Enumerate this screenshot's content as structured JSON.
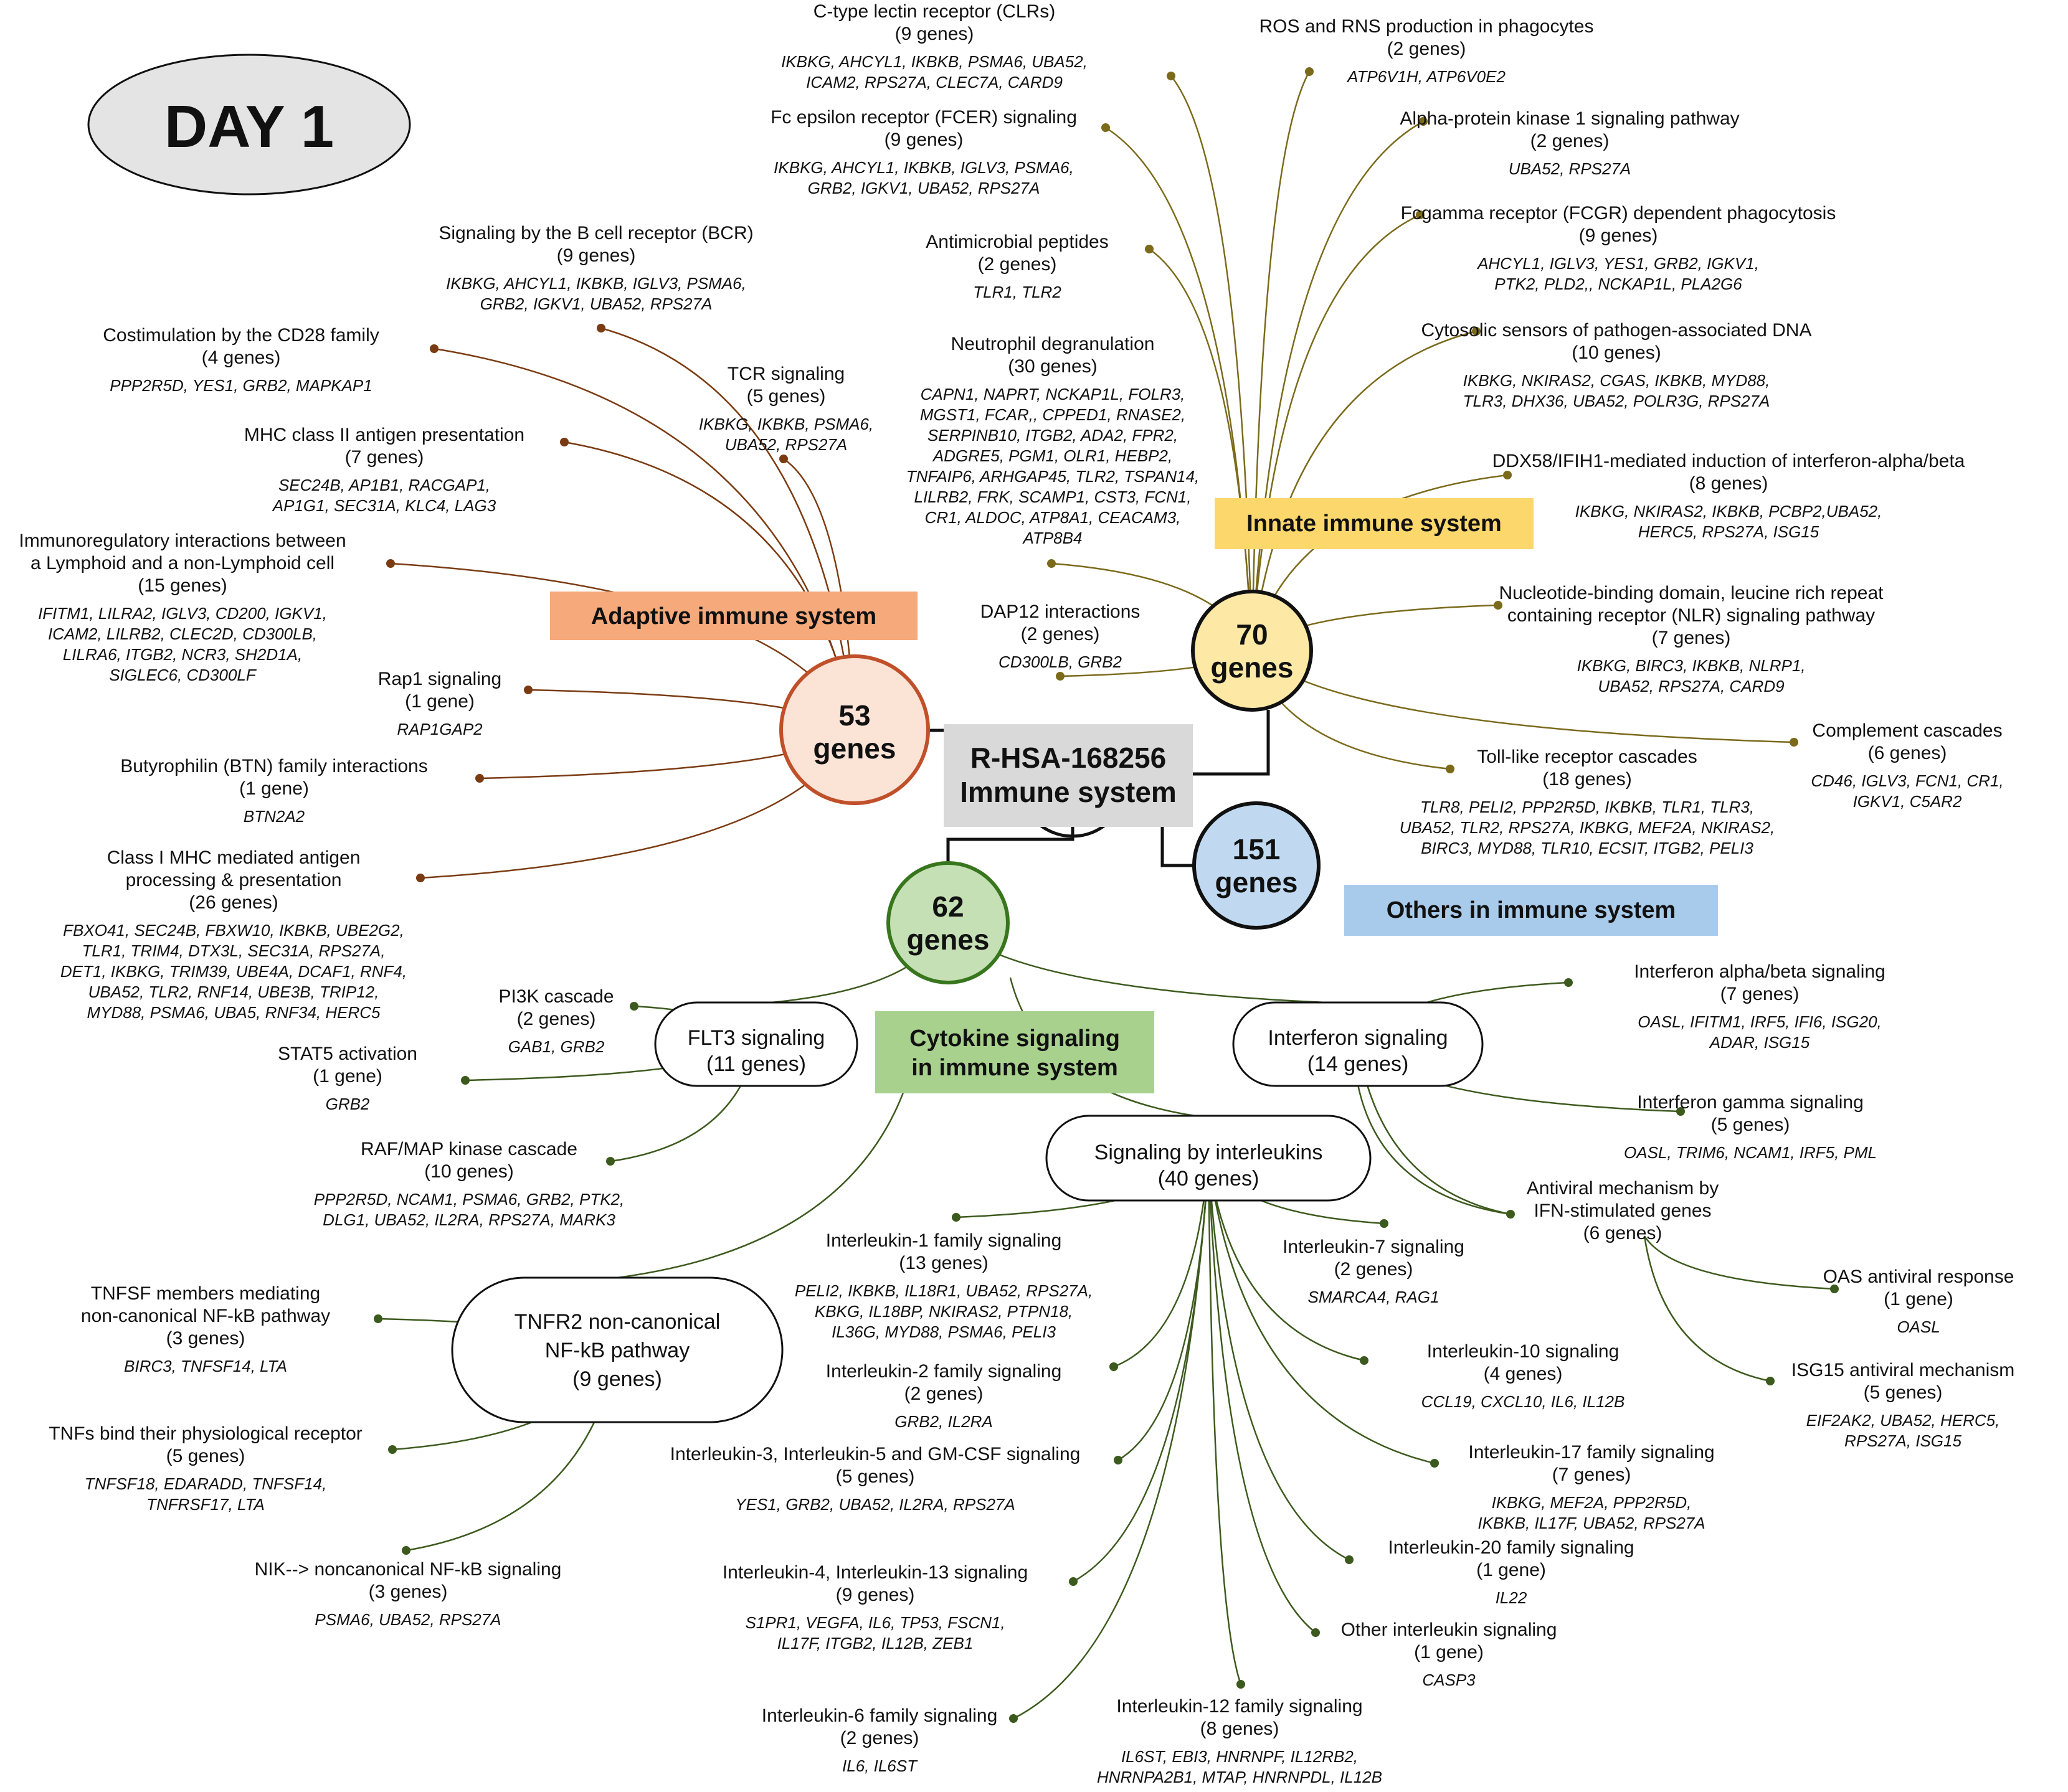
{
  "day_label": "DAY 1",
  "root": {
    "line1": "R-HSA-168256",
    "line2": "Immune system"
  },
  "hubs": {
    "adaptive": {
      "count": "53",
      "unit": "genes",
      "label": "Adaptive immune system",
      "color": "#f6a97a"
    },
    "innate": {
      "count": "70",
      "unit": "genes",
      "label": "Innate immune system",
      "color": "#fcd86c"
    },
    "others": {
      "count": "151",
      "unit": "genes",
      "label": "Others in immune system",
      "color": "#a9cbeb"
    },
    "cytokine": {
      "count": "62",
      "unit": "genes",
      "label_line1": "Cytokine signaling",
      "label_line2": "in immune system",
      "color": "#a9d18e"
    }
  },
  "sub_nodes": {
    "flt3": {
      "line1": "FLT3 signaling",
      "line2": "(11 genes)"
    },
    "interferon": {
      "line1": "Interferon signaling",
      "line2": "(14 genes)"
    },
    "interleukins": {
      "line1": "Signaling by interleukins",
      "line2": "(40 genes)"
    },
    "tnfr2": {
      "line1": "TNFR2 non-canonical",
      "line2": "NF-kB pathway",
      "line3": "(9 genes)"
    }
  },
  "pathways": [
    {
      "id": "clr",
      "lines": [
        "C-type lectin receptor (CLRs)",
        "(9 genes)"
      ],
      "genes": [
        "IKBKG, AHCYL1, IKBKB, PSMA6, UBA52,",
        "ICAM2, RPS27A, CLEC7A, CARD9"
      ]
    },
    {
      "id": "ros",
      "lines": [
        "ROS and RNS production in phagocytes",
        "(2 genes)"
      ],
      "genes": [
        "ATP6V1H, ATP6V0E2"
      ]
    },
    {
      "id": "fcer",
      "lines": [
        "Fc epsilon receptor (FCER) signaling",
        "(9 genes)"
      ],
      "genes": [
        "IKBKG, AHCYL1, IKBKB, IGLV3, PSMA6,",
        "GRB2, IGKV1, UBA52, RPS27A"
      ]
    },
    {
      "id": "alpk1",
      "lines": [
        "Alpha-protein kinase 1 signaling pathway",
        "(2 genes)"
      ],
      "genes": [
        "UBA52, RPS27A"
      ]
    },
    {
      "id": "fcgr",
      "lines": [
        "Fcgamma receptor (FCGR) dependent phagocytosis",
        "(9 genes)"
      ],
      "genes": [
        "AHCYL1, IGLV3, YES1, GRB2, IGKV1,",
        "PTK2, PLD2,, NCKAP1L, PLA2G6"
      ]
    },
    {
      "id": "amp",
      "lines": [
        "Antimicrobial peptides",
        "(2 genes)"
      ],
      "genes": [
        "TLR1, TLR2"
      ]
    },
    {
      "id": "bcr",
      "lines": [
        "Signaling by the B cell receptor (BCR)",
        "(9 genes)"
      ],
      "genes": [
        "IKBKG, AHCYL1, IKBKB, IGLV3, PSMA6,",
        "GRB2, IGKV1, UBA52, RPS27A"
      ]
    },
    {
      "id": "cd28",
      "lines": [
        "Costimulation by the CD28 family",
        "(4 genes)"
      ],
      "genes": [
        "PPP2R5D, YES1, GRB2, MAPKAP1"
      ]
    },
    {
      "id": "tcr",
      "lines": [
        "TCR signaling",
        "(5 genes)"
      ],
      "genes": [
        "IKBKG, IKBKB, PSMA6,",
        "UBA52, RPS27A"
      ]
    },
    {
      "id": "cytdna",
      "lines": [
        "Cytosolic sensors of pathogen-associated DNA",
        "(10 genes)"
      ],
      "genes": [
        "IKBKG, NKIRAS2, CGAS, IKBKB, MYD88,",
        "TLR3, DHX36, UBA52, POLR3G, RPS27A"
      ]
    },
    {
      "id": "neut",
      "lines": [
        "Neutrophil degranulation",
        "(30 genes)"
      ],
      "genes": [
        "CAPN1, NAPRT, NCKAP1L, FOLR3,",
        "MGST1, FCAR,, CPPED1, RNASE2,",
        "SERPINB10, ITGB2, ADA2, FPR2,",
        "ADGRE5, PGM1, OLR1, HEBP2,",
        "TNFAIP6, ARHGAP45, TLR2, TSPAN14,",
        "LILRB2, FRK, SCAMP1, CST3, FCN1,",
        "CR1, ALDOC, ATP8A1, CEACAM3,",
        "ATP8B4"
      ]
    },
    {
      "id": "mhc2",
      "lines": [
        "MHC class II antigen presentation",
        "(7 genes)"
      ],
      "genes": [
        "SEC24B, AP1B1, RACGAP1,",
        "AP1G1, SEC31A, KLC4, LAG3"
      ]
    },
    {
      "id": "ddx58",
      "lines": [
        "DDX58/IFIH1-mediated induction of interferon-alpha/beta",
        "(8 genes)"
      ],
      "genes": [
        "IKBKG, NKIRAS2, IKBKB, PCBP2,UBA52,",
        "HERC5, RPS27A, ISG15"
      ]
    },
    {
      "id": "immreg",
      "lines": [
        "Immunoregulatory interactions between",
        "a Lymphoid and a non-Lymphoid cell",
        "(15 genes)"
      ],
      "genes": [
        "IFITM1, LILRA2, IGLV3, CD200, IGKV1,",
        "ICAM2, LILRB2, CLEC2D, CD300LB,",
        "LILRA6, ITGB2, NCR3, SH2D1A,",
        "SIGLEC6, CD300LF"
      ]
    },
    {
      "id": "nlr",
      "lines": [
        "Nucleotide-binding domain, leucine rich repeat",
        "containing receptor (NLR) signaling pathway",
        "(7 genes)"
      ],
      "genes": [
        "IKBKG, BIRC3, IKBKB, NLRP1,",
        "UBA52, RPS27A, CARD9"
      ]
    },
    {
      "id": "dap12",
      "lines": [
        "DAP12 interactions",
        "(2 genes)"
      ],
      "genes": [
        "CD300LB, GRB2"
      ]
    },
    {
      "id": "rap1",
      "lines": [
        "Rap1 signaling",
        "(1 gene)"
      ],
      "genes": [
        "RAP1GAP2"
      ]
    },
    {
      "id": "compl",
      "lines": [
        "Complement cascades",
        "(6 genes)"
      ],
      "genes": [
        "CD46, IGLV3, FCN1, CR1,",
        "IGKV1, C5AR2"
      ]
    },
    {
      "id": "tlr",
      "lines": [
        "Toll-like receptor cascades",
        "(18 genes)"
      ],
      "genes": [
        "TLR8, PELI2, PPP2R5D, IKBKB, TLR1, TLR3,",
        "UBA52, TLR2, RPS27A, IKBKG, MEF2A, NKIRAS2,",
        "BIRC3, MYD88, TLR10, ECSIT, ITGB2, PELI3"
      ]
    },
    {
      "id": "btn",
      "lines": [
        "Butyrophilin (BTN) family interactions",
        "(1 gene)"
      ],
      "genes": [
        "BTN2A2"
      ]
    },
    {
      "id": "mhc1",
      "lines": [
        "Class I MHC mediated antigen",
        "processing & presentation",
        "(26 genes)"
      ],
      "genes": [
        "FBXO41, SEC24B, FBXW10, IKBKB, UBE2G2,",
        "TLR1, TRIM4, DTX3L, SEC31A, RPS27A,",
        "DET1, IKBKG, TRIM39, UBE4A, DCAF1, RNF4,",
        "UBA52, TLR2, RNF14, UBE3B, TRIP12,",
        "MYD88, PSMA6, UBA5, RNF34, HERC5"
      ]
    },
    {
      "id": "ifnab",
      "lines": [
        "Interferon alpha/beta signaling",
        "(7 genes)"
      ],
      "genes": [
        "OASL, IFITM1, IRF5, IFI6, ISG20,",
        "ADAR, ISG15"
      ]
    },
    {
      "id": "pi3k",
      "lines": [
        "PI3K cascade",
        "(2 genes)"
      ],
      "genes": [
        "GAB1, GRB2"
      ]
    },
    {
      "id": "stat5",
      "lines": [
        "STAT5 activation",
        "(1 gene)"
      ],
      "genes": [
        "GRB2"
      ]
    },
    {
      "id": "ifng",
      "lines": [
        "Interferon gamma signaling",
        "(5 genes)"
      ],
      "genes": [
        "OASL, TRIM6, NCAM1, IRF5, PML"
      ]
    },
    {
      "id": "raf",
      "lines": [
        "RAF/MAP kinase cascade",
        "(10 genes)"
      ],
      "genes": [
        "PPP2R5D, NCAM1, PSMA6, GRB2, PTK2,",
        "DLG1, UBA52, IL2RA, RPS27A, MARK3"
      ]
    },
    {
      "id": "antiviral",
      "lines": [
        "Antiviral mechanism by",
        "IFN-stimulated genes",
        "(6 genes)"
      ],
      "genes": []
    },
    {
      "id": "il1",
      "lines": [
        "Interleukin-1 family signaling",
        "(13 genes)"
      ],
      "genes": [
        "PELI2, IKBKB, IL18R1, UBA52, RPS27A,",
        "KBKG, IL18BP, NKIRAS2, PTPN18,",
        "IL36G, MYD88, PSMA6, PELI3"
      ]
    },
    {
      "id": "il7",
      "lines": [
        "Interleukin-7 signaling",
        "(2 genes)"
      ],
      "genes": [
        "SMARCA4, RAG1"
      ]
    },
    {
      "id": "oas",
      "lines": [
        "OAS antiviral response",
        "(1 gene)"
      ],
      "genes": [
        "OASL"
      ]
    },
    {
      "id": "tnfsf",
      "lines": [
        "TNFSF members mediating",
        "non-canonical NF-kB pathway",
        "(3 genes)"
      ],
      "genes": [
        "BIRC3, TNFSF14, LTA"
      ]
    },
    {
      "id": "il10",
      "lines": [
        "Interleukin-10 signaling",
        "(4 genes)"
      ],
      "genes": [
        "CCL19, CXCL10, IL6, IL12B"
      ]
    },
    {
      "id": "il2",
      "lines": [
        "Interleukin-2 family signaling",
        "(2 genes)"
      ],
      "genes": [
        "GRB2, IL2RA"
      ]
    },
    {
      "id": "isg15",
      "lines": [
        "ISG15 antiviral mechanism",
        "(5 genes)"
      ],
      "genes": [
        "EIF2AK2, UBA52, HERC5,",
        "RPS27A, ISG15"
      ]
    },
    {
      "id": "tnfbind",
      "lines": [
        "TNFs bind their physiological receptor",
        "(5 genes)"
      ],
      "genes": [
        "TNFSF18, EDARADD, TNFSF14,",
        "TNFRSF17, LTA"
      ]
    },
    {
      "id": "il3",
      "lines": [
        "Interleukin-3, Interleukin-5 and GM-CSF signaling",
        "(5 genes)"
      ],
      "genes": [
        "YES1, GRB2, UBA52, IL2RA, RPS27A"
      ]
    },
    {
      "id": "il17",
      "lines": [
        "Interleukin-17 family signaling",
        "(7 genes)"
      ],
      "genes": [
        "IKBKG, MEF2A, PPP2R5D,",
        "IKBKB, IL17F, UBA52, RPS27A"
      ]
    },
    {
      "id": "nik",
      "lines": [
        "NIK--> noncanonical NF-kB signaling",
        "(3 genes)"
      ],
      "genes": [
        "PSMA6, UBA52, RPS27A"
      ]
    },
    {
      "id": "il20",
      "lines": [
        "Interleukin-20 family signaling",
        "(1 gene)"
      ],
      "genes": [
        "IL22"
      ]
    },
    {
      "id": "il4",
      "lines": [
        "Interleukin-4, Interleukin-13 signaling",
        "(9 genes)"
      ],
      "genes": [
        "S1PR1, VEGFA, IL6, TP53, FSCN1,",
        "IL17F, ITGB2, IL12B, ZEB1"
      ]
    },
    {
      "id": "ilother",
      "lines": [
        "Other interleukin signaling",
        "(1 gene)"
      ],
      "genes": [
        "CASP3"
      ]
    },
    {
      "id": "il6",
      "lines": [
        "Interleukin-6 family signaling",
        "(2 genes)"
      ],
      "genes": [
        "IL6, IL6ST"
      ]
    },
    {
      "id": "il12",
      "lines": [
        "Interleukin-12 family signaling",
        "(8 genes)"
      ],
      "genes": [
        "IL6ST, EBI3, HNRNPF, IL12RB2,",
        "HNRNPA2B1, MTAP, HNRNPDL, IL12B"
      ]
    }
  ]
}
